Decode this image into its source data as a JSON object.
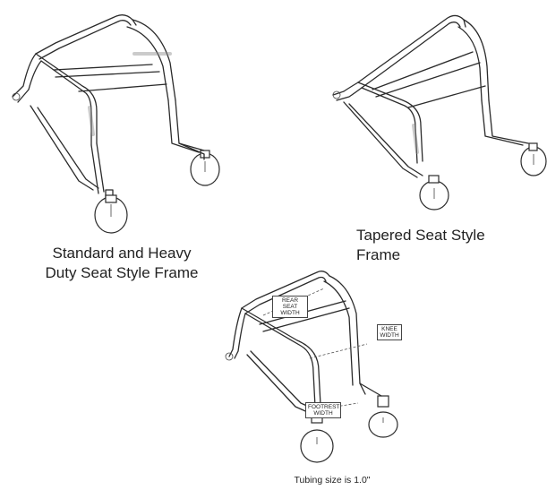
{
  "captions": {
    "standard": "Standard and Heavy Duty Seat Style Frame",
    "tapered": "Tapered Seat Style Frame"
  },
  "dimensions": {
    "rear_seat_width": "REAR SEAT WIDTH",
    "knee_width": "KNEE WIDTH",
    "footrest_width": "FOOTREST WIDTH"
  },
  "note": "Tubing size is 1.0\""
}
